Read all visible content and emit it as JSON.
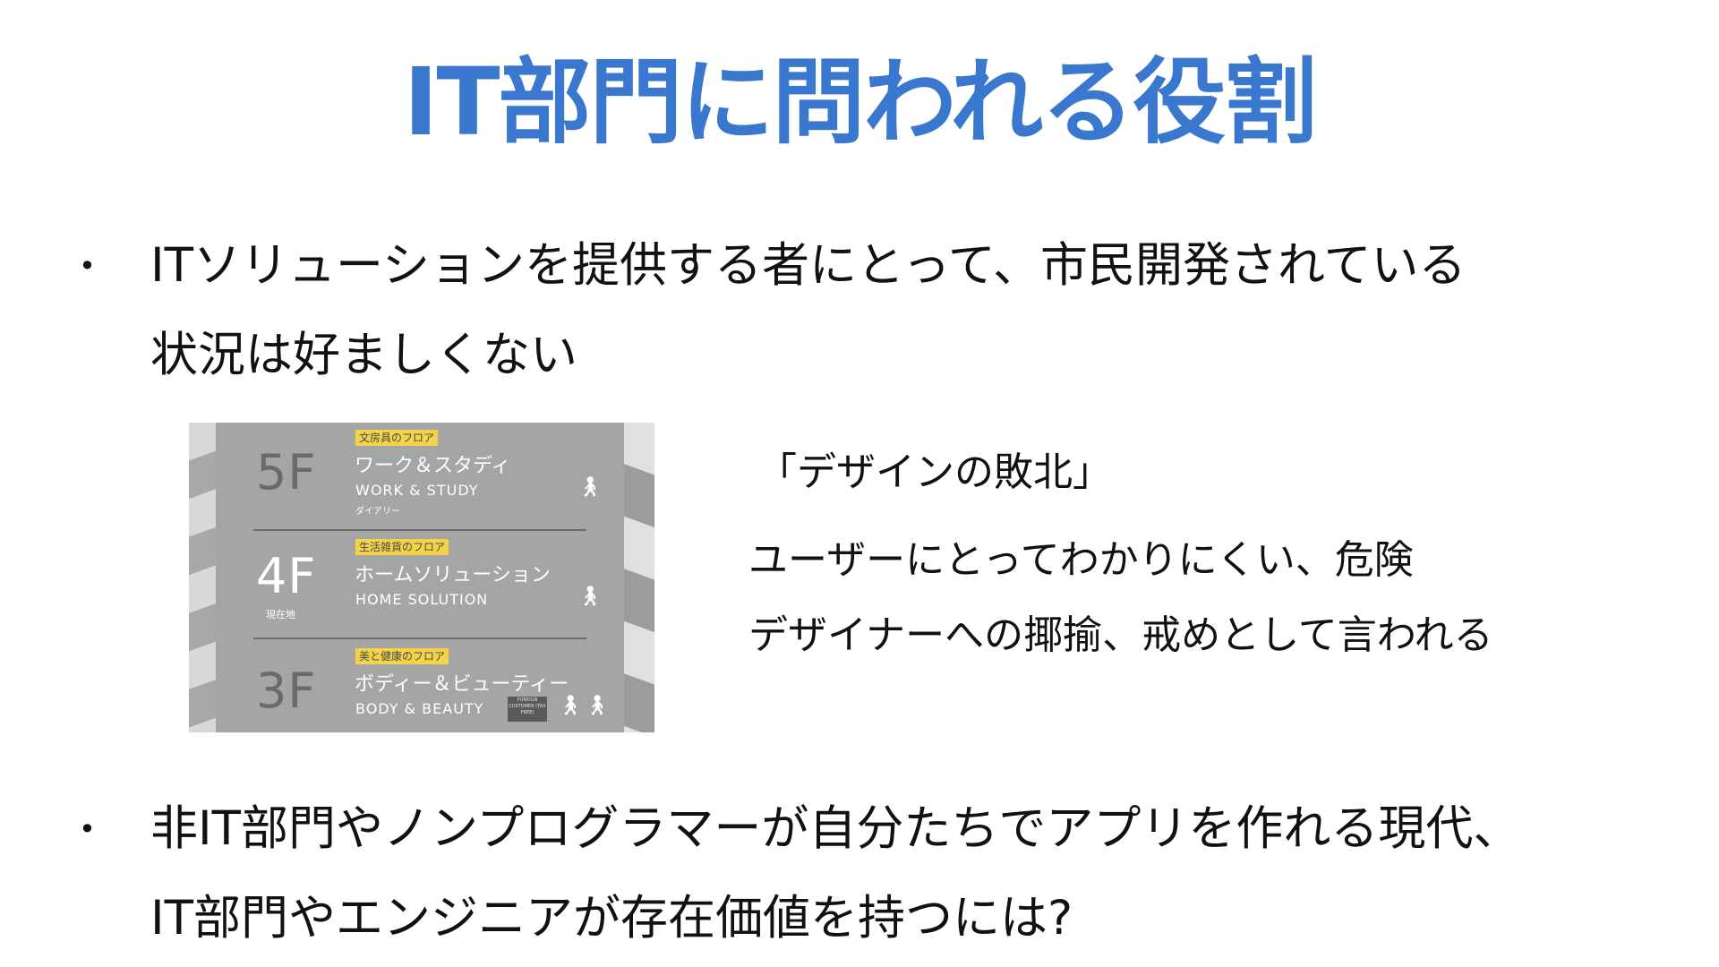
{
  "slide": {
    "title": "IT部門に問われる役割",
    "bullet_symbol": "•",
    "bullets": [
      {
        "lines": [
          "ITソリューションを提供する者にとって、市民開発されている",
          "状況は好ましくない"
        ]
      },
      {
        "lines": [
          "非IT部門やノンプログラマーが自分たちでアプリを作れる現代、",
          "IT部門やエンジニアが存在価値を持つには?"
        ]
      }
    ],
    "design_note": {
      "heading": "「デザインの敗北」",
      "lines": [
        "ユーザーにとってわかりにくい、危険",
        "デザイナーへの揶揄、戒めとして言われる"
      ]
    },
    "photo": {
      "floors": [
        {
          "number": "5F",
          "tag": "文房具のフロア",
          "name": "ワーク＆スタディ",
          "name_en": "WORK & STUDY",
          "sub": "ダイアリー",
          "icon": "person-icon"
        },
        {
          "number": "4F",
          "here": "現在地",
          "tag": "生活雑貨のフロア",
          "name": "ホームソリューション",
          "name_en": "HOME SOLUTION",
          "icon": "person-icon"
        },
        {
          "number": "3F",
          "tag": "美と健康のフロア",
          "name": "ボディー＆ビューティー",
          "name_en": "BODY & BEAUTY",
          "badge": "FOREIGN CUSTOMER (TAX FREE)",
          "icon": "restroom-icon"
        }
      ]
    }
  }
}
